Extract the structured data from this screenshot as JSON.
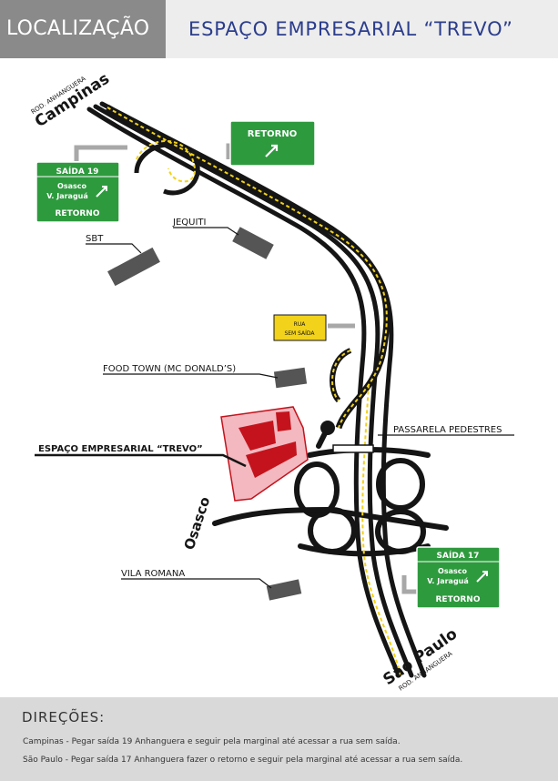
{
  "header": {
    "tab_label": "LOCALIZAÇÃO",
    "title": "ESPAÇO EMPRESARIAL “TREVO”"
  },
  "map": {
    "road_top": {
      "small": "ROD. ANHANGUERA",
      "big": "Campinas"
    },
    "road_bottom": {
      "big": "São Paulo",
      "small": "ROD. ANHANGUERA"
    },
    "osasco": "Osasco",
    "sign_retorno_top": {
      "title": "RETORNO",
      "arrow": "up-right-arrow"
    },
    "sign_saida19": {
      "title": "SAÍDA 19",
      "dest1": "Osasco",
      "dest2": "V. Jaraguá",
      "bottom": "RETORNO"
    },
    "sign_saida17": {
      "title": "SAÍDA 17",
      "dest1": "Osasco",
      "dest2": "V. Jaraguá",
      "bottom": "RETORNO"
    },
    "sign_rua": {
      "line1": "RUA",
      "line2": "SEM SAÍDA"
    },
    "labels": {
      "jequiti": "JEQUITI",
      "sbt": "SBT",
      "food_town": "FOOD TOWN (MC DONALD’S)",
      "passarela": "PASSARELA PEDESTRES",
      "espaco": "ESPAÇO EMPRESARIAL “TREVO”",
      "vila_romana": "VILA ROMANA"
    },
    "colors": {
      "sign_green": "#2e9a3e",
      "highway": "#151515",
      "route_dash": "#f2d21a",
      "site_fill": "#f3b8c0",
      "building": "#c4131c",
      "block": "#555555"
    }
  },
  "footer": {
    "title": "DIREÇÕES:",
    "line1": "Campinas - Pegar saída 19 Anhanguera e seguir pela marginal até acessar a rua sem saída.",
    "line2": "São Paulo - Pegar saída 17 Anhanguera fazer o retorno e seguir pela marginal até acessar a rua sem saída."
  }
}
